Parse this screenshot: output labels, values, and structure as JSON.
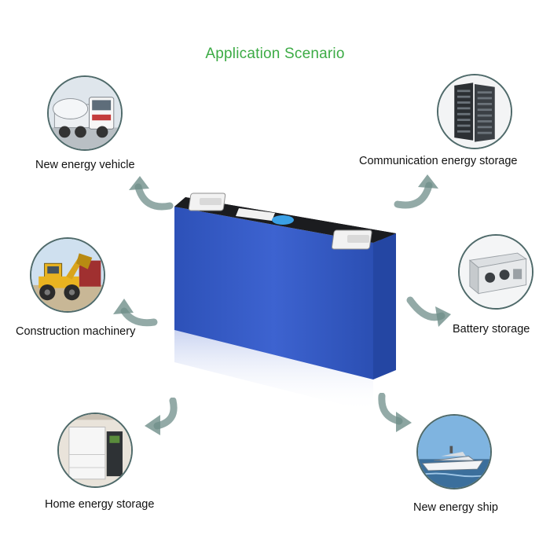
{
  "title": "Application Scenario",
  "scenarios": [
    {
      "label": "New energy vehicle",
      "icon": "truck-icon"
    },
    {
      "label": "Communication energy storage",
      "icon": "server-rack-icon"
    },
    {
      "label": "Construction machinery",
      "icon": "loader-icon"
    },
    {
      "label": "Battery storage",
      "icon": "battery-box-icon"
    },
    {
      "label": "Home energy storage",
      "icon": "home-storage-icon"
    },
    {
      "label": "New energy ship",
      "icon": "ship-icon"
    }
  ],
  "colors": {
    "title": "#3cab45",
    "battery": "#2f56c2",
    "arrow": "#6f8e8a",
    "circle_border": "#4f6a6a"
  }
}
